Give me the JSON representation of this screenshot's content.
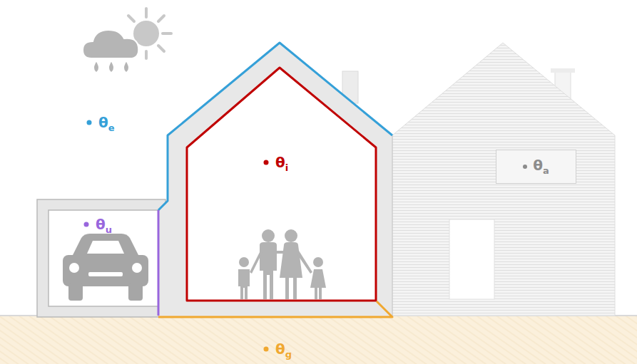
{
  "diagram": {
    "nodes": [
      {
        "text": [
          "θa"
        ]
      }
    ],
    "labels": [
      "θe",
      "θi",
      "θu",
      "θg"
    ]
  }
}
